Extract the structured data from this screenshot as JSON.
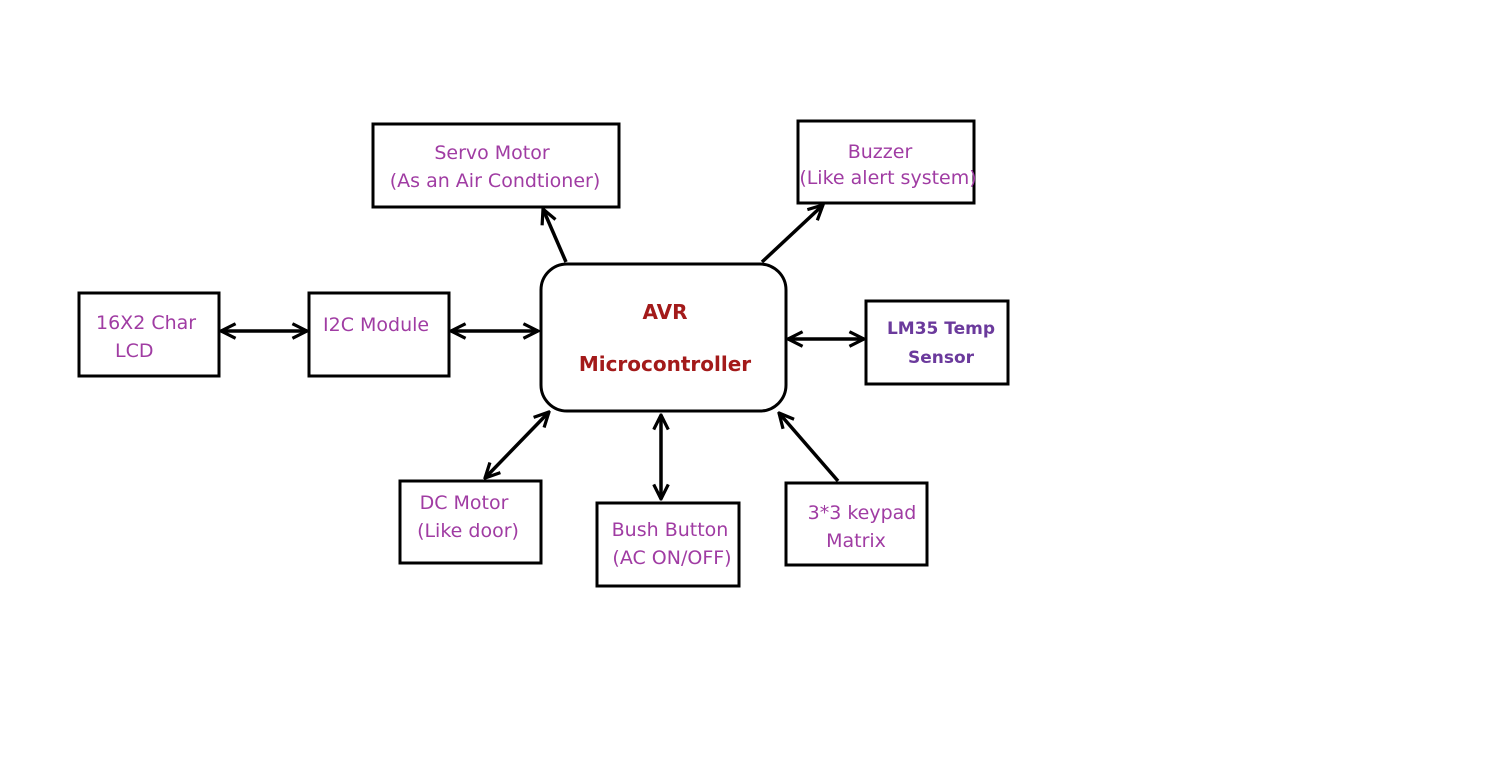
{
  "diagram": {
    "center": {
      "line1": "AVR",
      "line2": "Microcontroller"
    },
    "servo": {
      "line1": "Servo Motor",
      "line2": "(As an Air Condtioner)"
    },
    "buzzer": {
      "line1": "Buzzer",
      "line2": "(Like alert system)"
    },
    "lcd": {
      "line1": "16X2 Char",
      "line2": "LCD"
    },
    "i2c": {
      "line1": "I2C Module"
    },
    "lm35": {
      "line1": "LM35 Temp",
      "line2": "Sensor"
    },
    "dc_motor": {
      "line1": "DC Motor",
      "line2": "(Like door)"
    },
    "bush_button": {
      "line1": "Bush Button",
      "line2": "(AC ON/OFF)"
    },
    "keypad": {
      "line1": "3*3 keypad",
      "line2": "Matrix"
    }
  },
  "colors": {
    "label": "#a03ca3",
    "center_label": "#a31a1a",
    "sensor_label": "#6b3a9c"
  }
}
